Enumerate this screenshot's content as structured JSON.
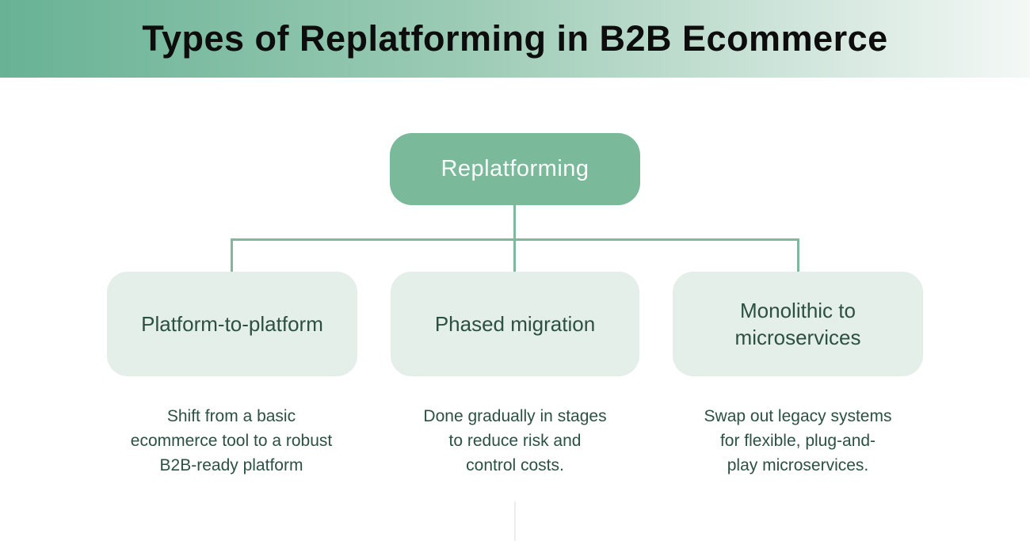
{
  "header": {
    "title": "Types of Replatforming in B2B Ecommerce"
  },
  "diagram": {
    "root": {
      "label": "Replatforming"
    },
    "children": [
      {
        "label": "Platform-to-platform",
        "description": "Shift from a basic\necommerce tool to a robust\nB2B-ready platform"
      },
      {
        "label": "Phased migration",
        "description": "Done gradually in stages\nto reduce risk and\ncontrol costs."
      },
      {
        "label": "Monolithic to\nmicroservices",
        "description": "Swap out legacy systems\nfor flexible, plug-and-\nplay microservices."
      }
    ]
  },
  "colors": {
    "header_gradient_start": "#68b295",
    "header_gradient_end": "#f4f8f6",
    "root_node_fill": "#7ab99a",
    "root_node_text": "#fbfdfc",
    "connector_line": "#7fb89d",
    "child_box_fill": "#e4efe9",
    "dark_text": "#2c5044",
    "title_text": "#0d0d0d",
    "bottom_stub_line": "#ececec"
  }
}
